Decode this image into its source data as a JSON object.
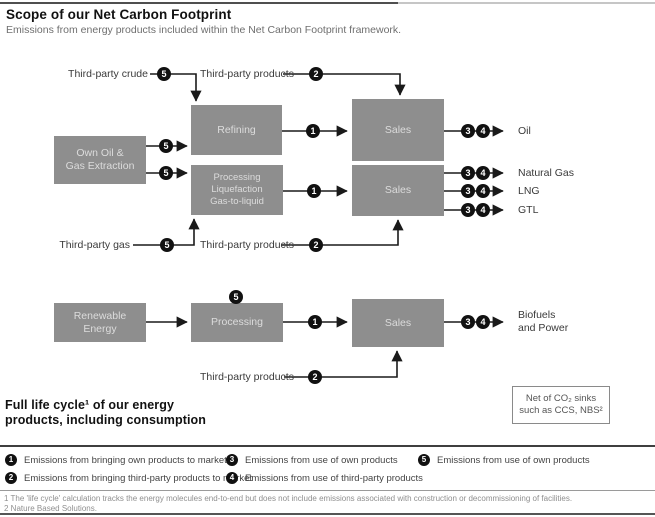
{
  "header": {
    "title": "Scope of our Net Carbon Footprint",
    "subtitle": "Emissions from energy products included within the Net Carbon Footprint framework."
  },
  "diagram": {
    "badges": {
      "b1": "1",
      "b2": "2",
      "b3": "3",
      "b4": "4",
      "b5": "5"
    },
    "boxes": {
      "own_extraction": "Own Oil &\nGas Extraction",
      "refining": "Refining",
      "processing_liquefaction": "Processing\nLiquefaction\nGas-to-liquid",
      "sales": "Sales",
      "renewable_energy": "Renewable\nEnergy",
      "processing": "Processing"
    },
    "flow_labels": {
      "third_party_crude": "Third-party crude",
      "third_party_products": "Third-party products",
      "third_party_gas": "Third-party gas"
    },
    "outputs": {
      "oil": "Oil",
      "natural_gas": "Natural Gas",
      "lng": "LNG",
      "gtl": "GTL",
      "biofuels_power": "Biofuels\nand Power"
    },
    "notes": {
      "full_lifecycle": "Full life cycle¹ of our energy\nproducts, including consumption",
      "co2_sinks": "Net of CO₂ sinks\nsuch as CCS, NBS²"
    }
  },
  "legend": {
    "items": [
      {
        "num": "1",
        "label": "Emissions from bringing own products to market"
      },
      {
        "num": "2",
        "label": "Emissions from bringing third-party products to market"
      },
      {
        "num": "3",
        "label": "Emissions from use of own products"
      },
      {
        "num": "4",
        "label": "Emissions from use of third-party products"
      },
      {
        "num": "5",
        "label": "Emissions from use of own products"
      }
    ]
  },
  "footnotes": [
    "1 The 'life cycle' calculation tracks the energy molecules end-to-end but does not include emissions associated with construction or decommissioning of facilities.",
    "2 Nature Based Solutions."
  ],
  "colors": {
    "box_gray": "#8e8e8e",
    "badge_black": "#111111",
    "line_black": "#1a1a1a"
  }
}
